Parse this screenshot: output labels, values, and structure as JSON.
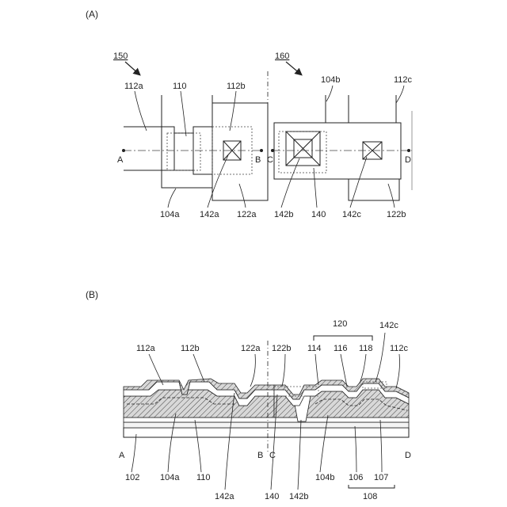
{
  "panel_a": {
    "panel_label": "(A)",
    "labels": {
      "ref150": "150",
      "ref160": "160",
      "l112a": "112a",
      "l110": "110",
      "l112b": "112b",
      "l104b": "104b",
      "l112c": "112c",
      "pA": "A",
      "pB": "B",
      "pC": "C",
      "pD": "D",
      "l104a": "104a",
      "l142a": "142a",
      "l122a": "122a",
      "l142b": "142b",
      "l140": "140",
      "l142c": "142c",
      "l122b": "122b"
    }
  },
  "panel_b": {
    "panel_label": "(B)",
    "labels": {
      "l120": "120",
      "l142c": "142c",
      "l112a": "112a",
      "l112b": "112b",
      "l122a": "122a",
      "l122b": "122b",
      "l114": "114",
      "l116": "116",
      "l118": "118",
      "l112c": "112c",
      "pA": "A",
      "pB": "B",
      "pC": "C",
      "pD": "D",
      "l102": "102",
      "l104a": "104a",
      "l110": "110",
      "l104b": "104b",
      "l106": "106",
      "l107": "107",
      "l108": "108",
      "l142a": "142a",
      "l140": "140",
      "l142b": "142b"
    }
  },
  "colors": {
    "line": "#222222",
    "hatch_fill": "#cfcfcf"
  }
}
